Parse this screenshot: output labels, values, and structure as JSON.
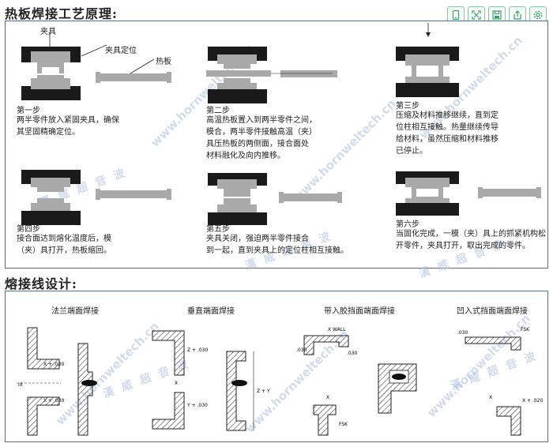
{
  "section1": {
    "title": "热板焊接工艺原理:",
    "labels": {
      "fixture": "夹具",
      "fixture_locator": "夹具定位",
      "hot_plate": "热板"
    },
    "steps": [
      {
        "title": "第一步",
        "lines": [
          "两半零件放入紧固夹具，确保",
          "其坚固精确定位。"
        ]
      },
      {
        "title": "第二步",
        "lines": [
          "高温热板置入到两半零件之间，",
          "模合，两半零件接触高温（夹）",
          "具压热板的两侧面，接合面处",
          "材料融化及向内推移。"
        ]
      },
      {
        "title": "第三步",
        "lines": [
          "压缩及材料推移继续，直到定",
          "位柱相互接触。热量继续传导",
          "给材料，虽然压缩和材料推移",
          "已停止。"
        ]
      },
      {
        "title": "第四步",
        "lines": [
          "接合面达到熔化温度后，模",
          "（夹）具打开，热板缩回。"
        ]
      },
      {
        "title": "第五步",
        "lines": [
          "夹具关闭，强迫两半零件接合",
          "到一起，直到夹具上的定位柱相互接触。"
        ]
      },
      {
        "title": "第六步",
        "lines": [
          "当固化完成，一模（夹）具上的抓紧机构松",
          "开零件，夹具打开，取出完成的零件。"
        ]
      }
    ]
  },
  "section2": {
    "title": "熔接线设计:",
    "designs": [
      {
        "title": "法兰端面焊接",
        "dims": [
          "X + .030",
          "IX",
          "X + .030"
        ]
      },
      {
        "title": "垂直端面焊接",
        "dims": [
          "Z + .030",
          "X",
          "Y + .030",
          "Z + Y"
        ]
      },
      {
        "title": "带入胶挡面端面焊接",
        "dims": [
          "X WALL",
          ".030",
          ".030",
          "X",
          "FSK"
        ]
      },
      {
        "title": "凹入式挡面端面焊接",
        "dims": [
          ".030",
          "FSK",
          "X",
          "X + .020"
        ]
      }
    ]
  },
  "watermark": {
    "url": "www.hornweltech.cn",
    "cn": "漢 威 超 音 波"
  },
  "toolbar": {
    "icons": [
      "phone-icon",
      "fullscreen-icon",
      "save-icon",
      "share-icon",
      "settings-icon"
    ]
  },
  "colors": {
    "accent": "#5b6b8a",
    "toolbar_border": "#8cc5a6",
    "toolbar_icon": "#3e9d6b",
    "watermark": "#aebfe0",
    "part_gray": "#a9a9a9"
  }
}
